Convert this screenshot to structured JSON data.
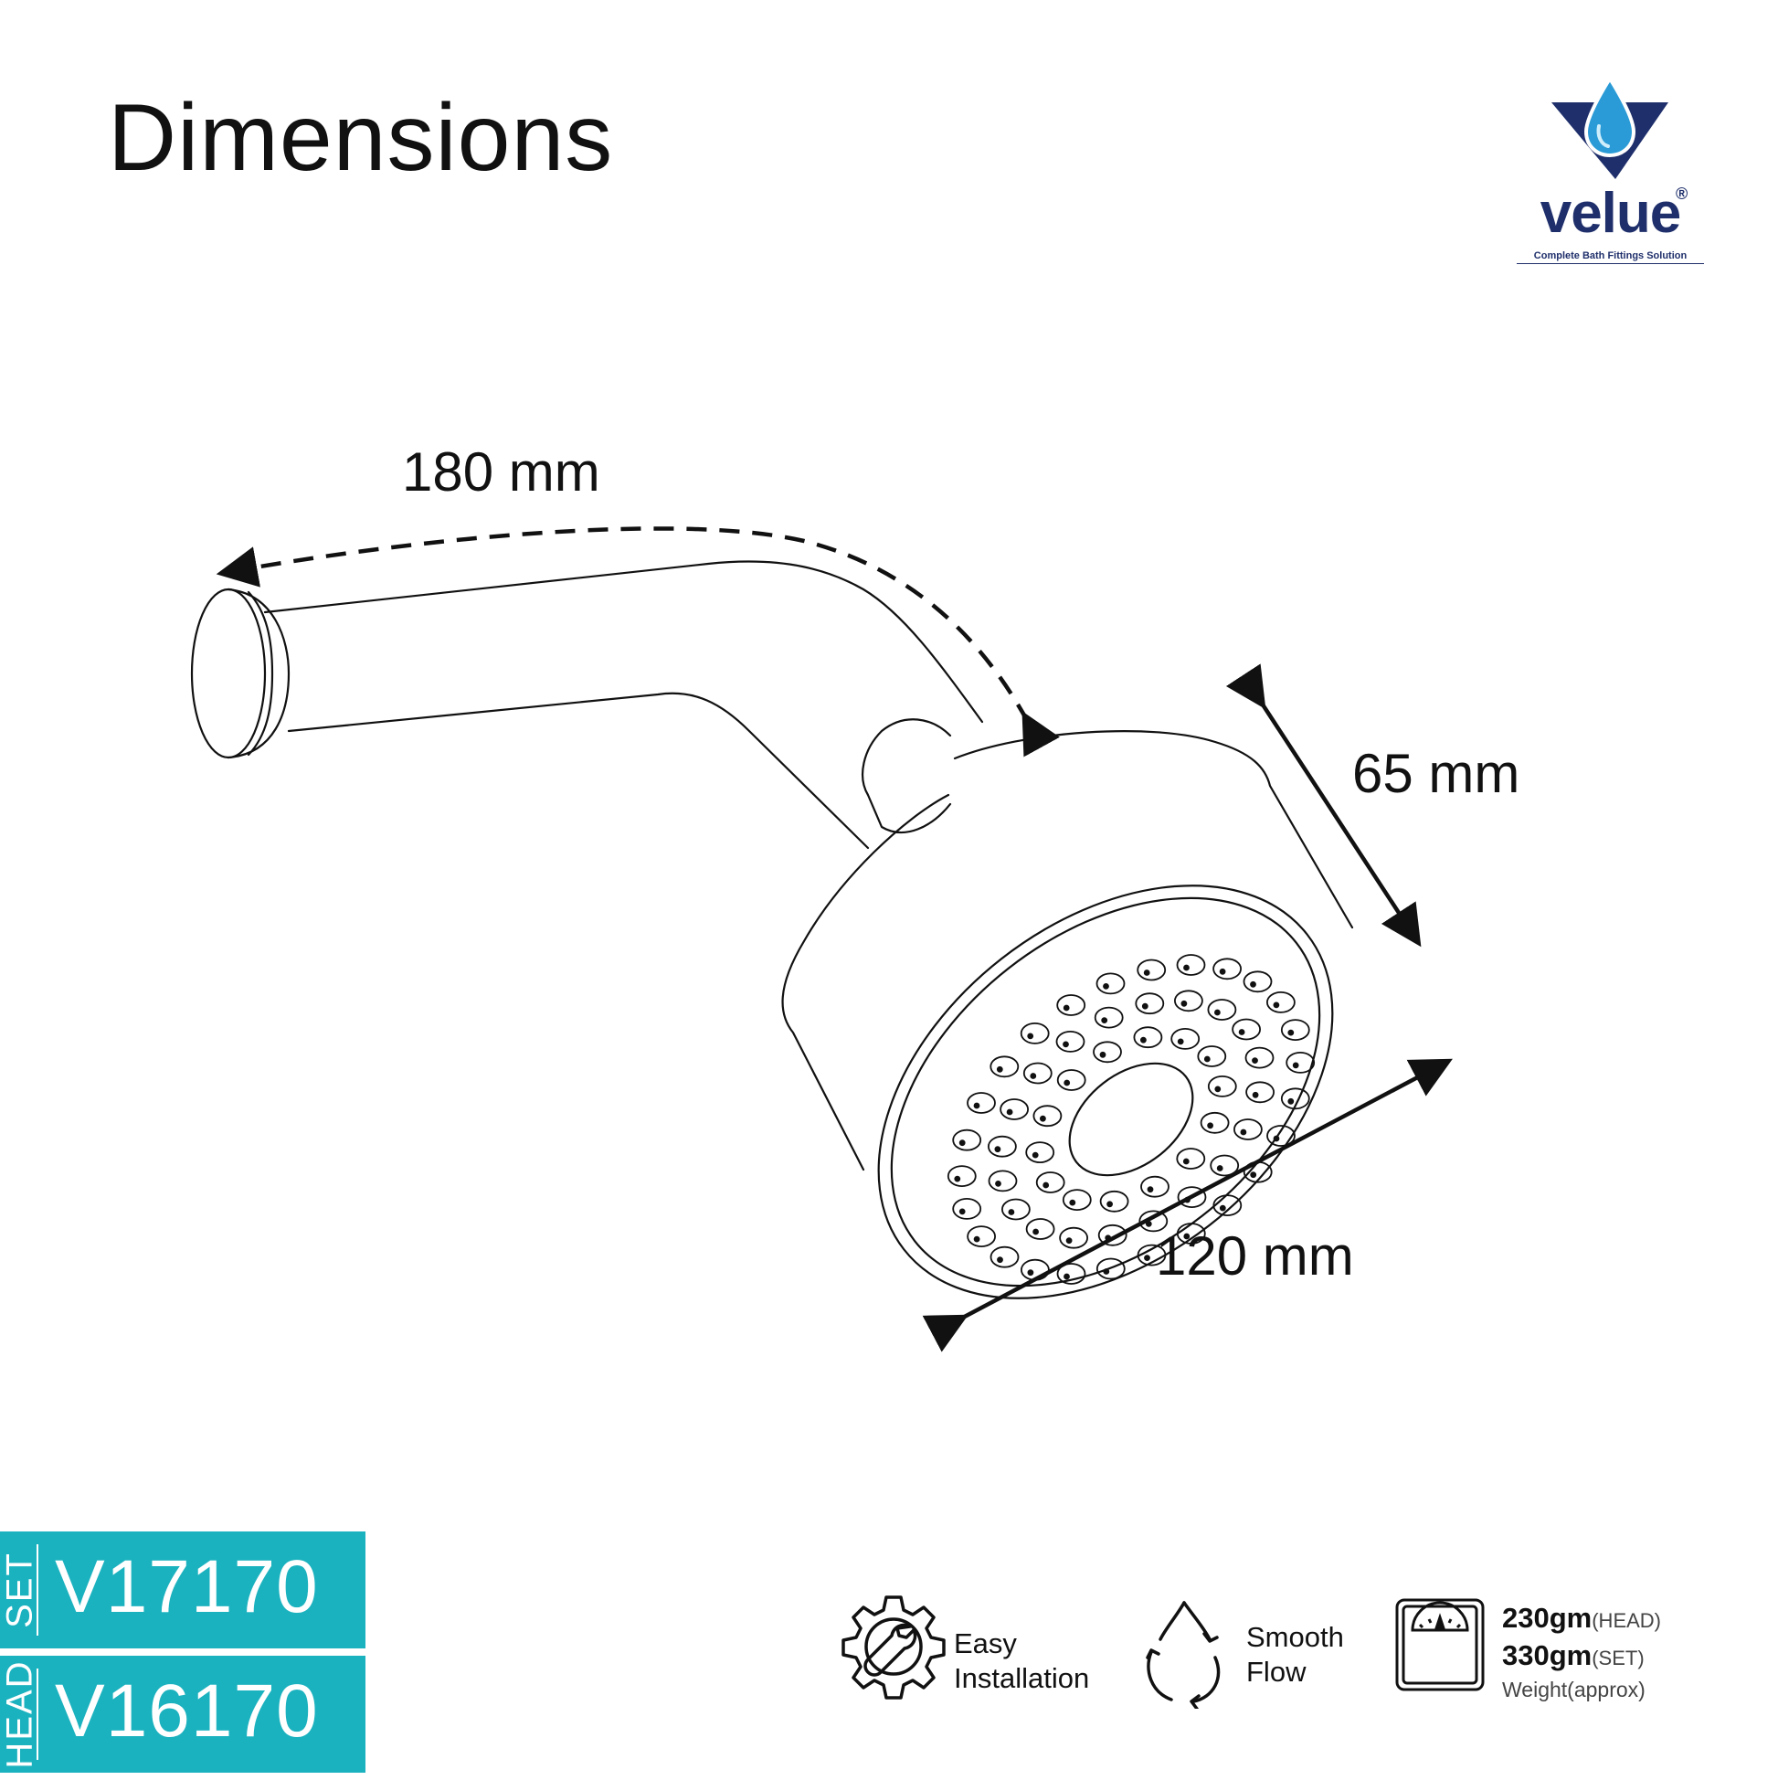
{
  "page": {
    "title": "Dimensions"
  },
  "brand": {
    "name": "velue",
    "registered": "®",
    "tagline": "Complete Bath Fittings Solution",
    "primary_color": "#1f2f6b",
    "drop_color": "#2a9bd6"
  },
  "dimensions": {
    "arm_length": "180 mm",
    "head_depth": "65 mm",
    "head_diameter": "120 mm"
  },
  "codes": [
    {
      "tag": "SET",
      "code": "V17170"
    },
    {
      "tag": "HEAD",
      "code": "V16170"
    }
  ],
  "code_color": "#1bb2bf",
  "features": {
    "installation": {
      "icon": "gear-wrench-icon",
      "line1": "Easy",
      "line2": "Installation"
    },
    "flow": {
      "icon": "water-drop-cycle-icon",
      "line1": "Smooth",
      "line2": "Flow"
    },
    "weight": {
      "icon": "weighing-scale-icon",
      "head_value": "230gm",
      "head_unit": "(HEAD)",
      "set_value": "330gm",
      "set_unit": "(SET)",
      "note": "Weight(approx)"
    }
  }
}
